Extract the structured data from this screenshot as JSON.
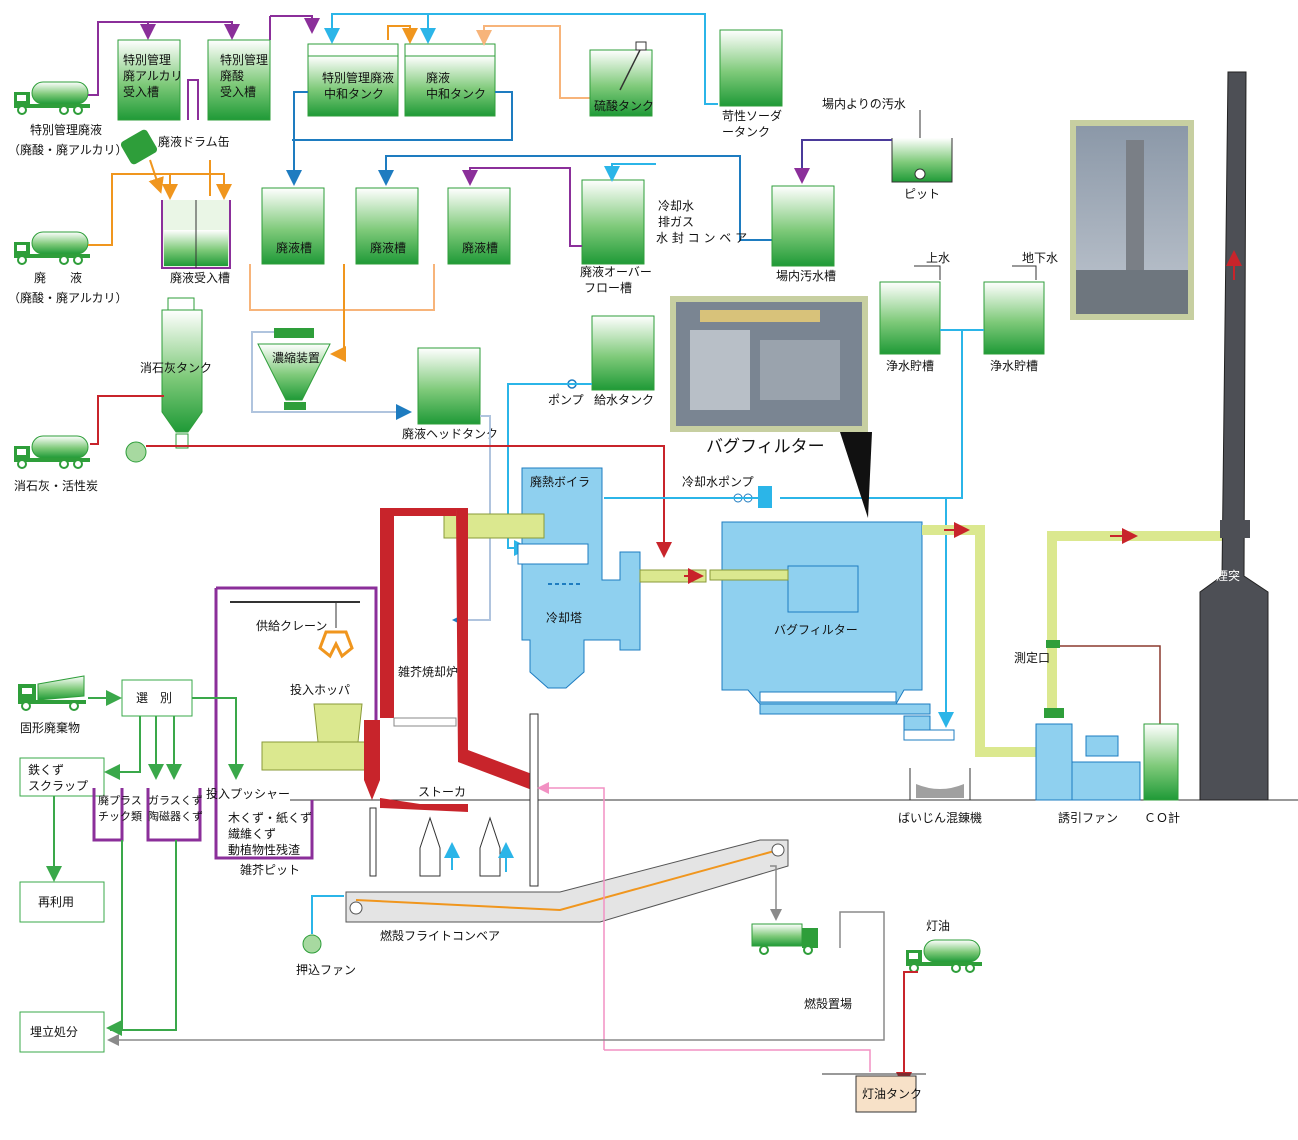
{
  "labels": {
    "special_waste_liquid": "特別管理廃液",
    "special_waste_liquid_sub": "（廃酸・廃アルカリ）",
    "special_alkali_tank_1": "特別管理",
    "special_alkali_tank_2": "廃アルカリ",
    "special_alkali_tank_3": "受入槽",
    "special_acid_tank_1": "特別管理",
    "special_acid_tank_2": "廃酸",
    "special_acid_tank_3": "受入槽",
    "special_neutral_tank_1": "特別管理廃液",
    "special_neutral_tank_2": "中和タンク",
    "neutral_tank_1": "廃液",
    "neutral_tank_2": "中和タンク",
    "sulfuric_tank": "硫酸タンク",
    "caustic_tank_1": "苛性ソーダ",
    "caustic_tank_2": "ータンク",
    "inplant_sewage": "場内よりの汚水",
    "pit": "ピット",
    "drum_can": "廃液ドラム缶",
    "waste_liquid": "廃　　液",
    "waste_liquid_sub": "（廃酸・廃アルカリ）",
    "waste_receive_tank": "廃液受入槽",
    "waste_tank_a": "廃液槽",
    "waste_tank_b": "廃液槽",
    "waste_tank_c": "廃液槽",
    "overflow_tank_1": "廃液オーバー",
    "overflow_tank_2": "フロー槽",
    "cooling_water": "冷却水",
    "exhaust_gas": "排ガス",
    "water_seal_conveyor": "水 封 コ ン ベ ア",
    "inplant_sewage_tank": "場内汚水槽",
    "tap_water": "上水",
    "ground_water": "地下水",
    "clean_water_tank_1": "浄水貯槽",
    "clean_water_tank_2": "浄水貯槽",
    "slaked_lime_tank": "消石灰タンク",
    "concentrator": "濃縮装置",
    "feed_water_tank": "給水タンク",
    "pump": "ポンプ",
    "waste_head_tank": "廃液ヘッドタンク",
    "slaked_lime_carbon": "消石灰・活性炭",
    "bag_filter_photo_caption": "バグフィルター",
    "waste_heat_boiler": "廃熱ボイラ",
    "cooling_water_pump": "冷却水ポンプ",
    "cooling_tower": "冷却塔",
    "bag_filter": "バグフィルター",
    "chimney": "煙突",
    "measurement_port": "測定口",
    "feed_crane": "供給クレーン",
    "feed_hopper": "投入ホッパ",
    "misc_incinerator": "雑芥焼却炉",
    "sorting": "選　別",
    "solid_waste": "固形廃棄物",
    "scrap_iron_1": "鉄くず",
    "scrap_iron_2": "スクラップ",
    "waste_plastic_1": "廃プラス",
    "waste_plastic_2": "チック類",
    "glass_ceramic_1": "ガラスくず",
    "glass_ceramic_2": "陶磁器くず",
    "feed_pusher": "投入プッシャー",
    "wood_paper": "木くず・紙くず",
    "fiber_waste": "繊維くず",
    "animal_plant_residue": "動植物性残渣",
    "misc_pit": "雑芥ピット",
    "stoker": "ストーカ",
    "ash_mixer": "ばいじん混錬機",
    "induced_fan": "誘引ファン",
    "co_meter": "ＣＯ計",
    "recycle": "再利用",
    "ash_flight_conveyor": "燃殻フライトコンベア",
    "push_fan": "押込ファン",
    "ash_yard": "燃殻置場",
    "kerosene": "灯油",
    "landfill": "埋立処分",
    "kerosene_tank": "灯油タンク"
  },
  "colors": {
    "tank_green": "#2e9e3a",
    "liquid_purple": "#8b2f9a",
    "orange_line": "#f0961e",
    "light_orange_line": "#f7b47a",
    "blue_line": "#1e7cc0",
    "cyan_line": "#2bb5e8",
    "red_line": "#c8242b",
    "gas_duct": "#dbe88f",
    "equipment_blue": "#8fd0ef",
    "chimney_gray": "#4d4f55",
    "recycle_green": "#3aa84a",
    "pink_line": "#f291c3",
    "gray_line": "#8a8a8a"
  },
  "icons": {
    "truck": "tanker-truck-icon",
    "dump": "dump-truck-icon",
    "fan": "fan-icon",
    "drum": "drum-can-icon",
    "grab": "grab-bucket-icon",
    "pump": "pump-icon"
  }
}
